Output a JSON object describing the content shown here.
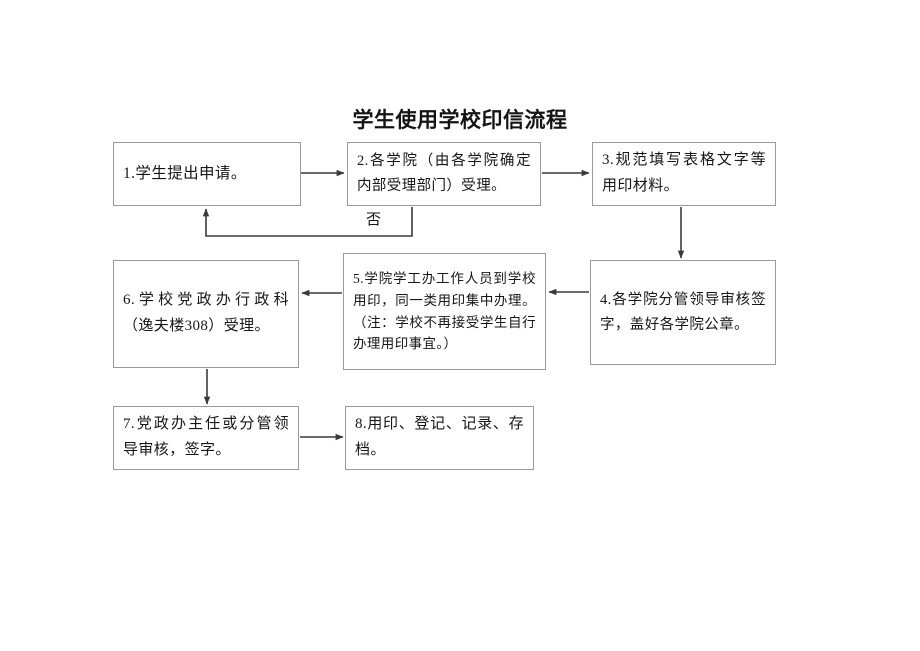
{
  "document": {
    "title": "学生使用学校印信流程",
    "type": "flowchart",
    "orientation": "serpentine",
    "background_color": "#ffffff",
    "line_color": "#3a3a3a",
    "box_border_color": "#9a9a9a",
    "text_color": "#161616"
  },
  "nodes": [
    {
      "id": "1",
      "label": "1.学生提出申请。"
    },
    {
      "id": "2",
      "label": "2.各学院（由各学院确定内部受理部门）受理。"
    },
    {
      "id": "3",
      "label": "3.规范填写表格文字等用印材料。"
    },
    {
      "id": "4",
      "label": "4.各学院分管领导审核签字，盖好各学院公章。"
    },
    {
      "id": "5",
      "label": "5.学院学工办工作人员到学校用印，同一类用印集中办理。（注：学校不再接受学生自行办理用印事宜。）"
    },
    {
      "id": "6",
      "label": "6.学校党政办行政科（逸夫楼308）受理。"
    },
    {
      "id": "7",
      "label": "7.党政办主任或分管领导审核，签字。"
    },
    {
      "id": "8",
      "label": "8.用印、登记、记录、存档。"
    }
  ],
  "edges": [
    {
      "from": "1",
      "to": "2",
      "label": "",
      "direction": "right"
    },
    {
      "from": "2",
      "to": "3",
      "label": "",
      "direction": "right"
    },
    {
      "from": "3",
      "to": "4",
      "label": "",
      "direction": "down"
    },
    {
      "from": "4",
      "to": "5",
      "label": "",
      "direction": "left"
    },
    {
      "from": "5",
      "to": "6",
      "label": "",
      "direction": "left"
    },
    {
      "from": "6",
      "to": "7",
      "label": "",
      "direction": "down"
    },
    {
      "from": "7",
      "to": "8",
      "label": "",
      "direction": "right"
    },
    {
      "from": "2",
      "to": "1",
      "label": "否",
      "direction": "loop-back"
    }
  ],
  "labels": {
    "no": "否"
  }
}
